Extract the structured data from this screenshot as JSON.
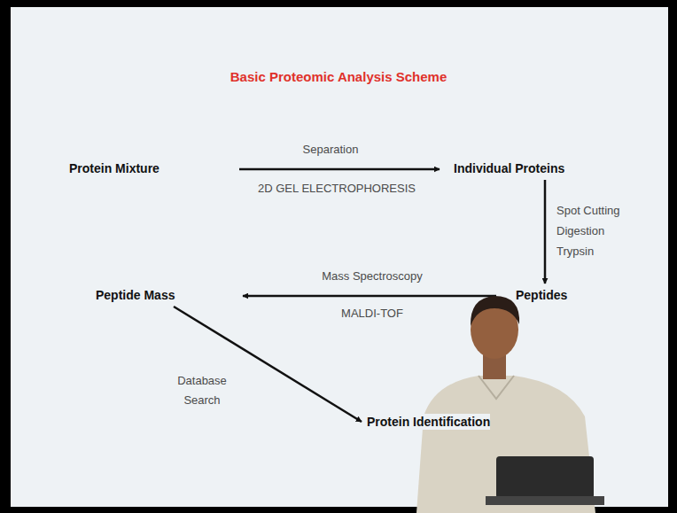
{
  "diagram": {
    "title": "Basic Proteomic Analysis Scheme",
    "nodes": [
      {
        "text": [
          "Protein Mixture"
        ]
      },
      {
        "text": [
          "Individual Proteins"
        ]
      },
      {
        "text": [
          "Peptides"
        ]
      },
      {
        "text": [
          "Peptide Mass"
        ]
      },
      {
        "text": [
          "Protein Identification"
        ]
      }
    ],
    "edges": [
      {
        "from": 0,
        "to": 1,
        "label": "Separation",
        "arrow": "to"
      },
      {
        "from": 1,
        "to": 2,
        "label": "Spot Cutting Digestion Trypsin",
        "arrow": "to"
      },
      {
        "from": 2,
        "to": 3,
        "label": "Mass Spectroscopy",
        "arrow": "to"
      },
      {
        "from": 3,
        "to": 4,
        "label": "Database Search",
        "arrow": "to"
      }
    ],
    "labels": [
      "2D GEL ELECTROPHORESIS",
      "MALDI-TOF"
    ]
  }
}
